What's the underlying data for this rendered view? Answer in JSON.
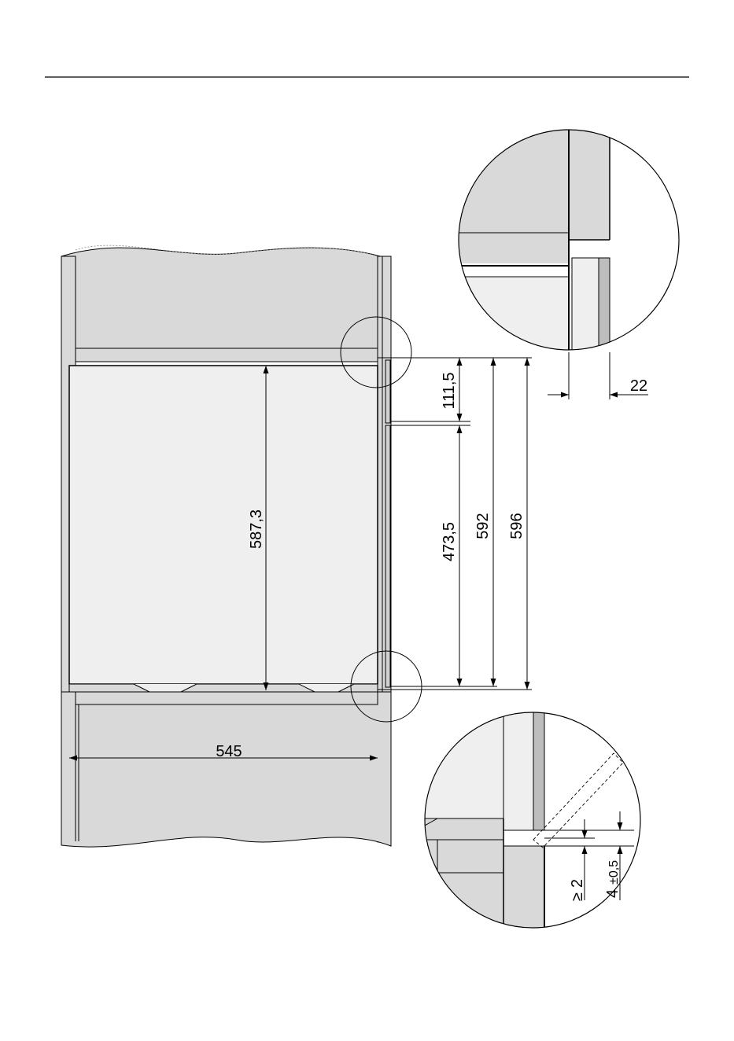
{
  "colors": {
    "cabinet_gray": "#d9d9d9",
    "panel_gray": "#efefef",
    "trim_gray": "#bdbdbd",
    "line": "#000000"
  },
  "dimensions": {
    "cabinet_depth": "545",
    "niche_height": "587,3",
    "top_gap": "111,5",
    "front_lower": "473,5",
    "front_height": "592",
    "overall_height": "596",
    "side_offset": "22",
    "bottom_clearance": "2",
    "bottom_clearance_prefix": "≥",
    "gap": "4",
    "gap_tolerance": "±0,5"
  }
}
